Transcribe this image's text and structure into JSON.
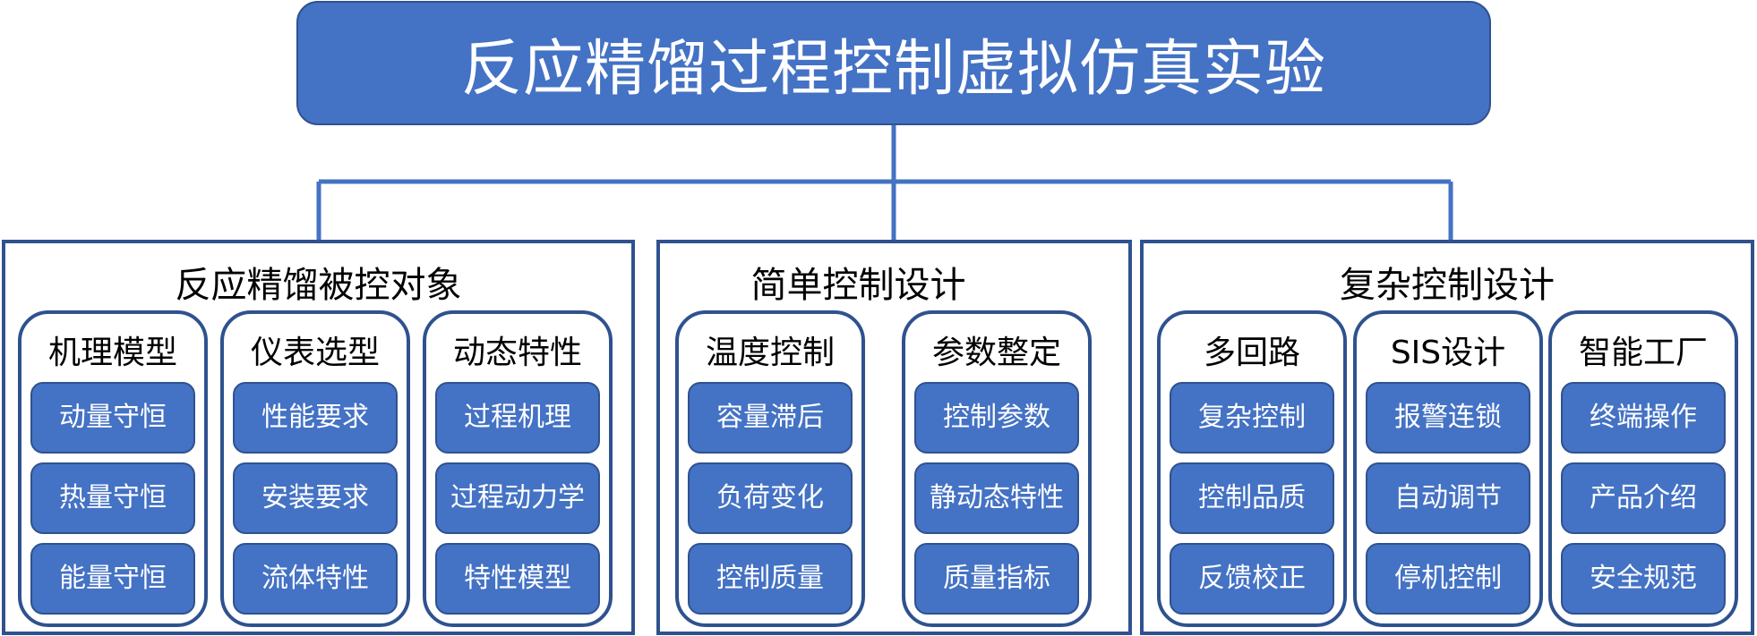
{
  "title": "反应精馏过程控制虚拟仿真实验",
  "colors": {
    "accent_fill": "#4472C4",
    "accent_border": "#2F528F",
    "text_dark": "#000000",
    "text_light": "#FFFFFF"
  },
  "sections": [
    {
      "title": "反应精馏被控对象",
      "groups": [
        {
          "title": "机理模型",
          "items": [
            "动量守恒",
            "热量守恒",
            "能量守恒"
          ]
        },
        {
          "title": "仪表选型",
          "items": [
            "性能要求",
            "安装要求",
            "流体特性"
          ]
        },
        {
          "title": "动态特性",
          "items": [
            "过程机理",
            "过程动力学",
            "特性模型"
          ]
        }
      ]
    },
    {
      "title": "简单控制设计",
      "groups": [
        {
          "title": "温度控制",
          "items": [
            "容量滞后",
            "负荷变化",
            "控制质量"
          ]
        },
        {
          "title": "参数整定",
          "items": [
            "控制参数",
            "静动态特性",
            "质量指标"
          ]
        }
      ]
    },
    {
      "title": "复杂控制设计",
      "groups": [
        {
          "title": "多回路",
          "items": [
            "复杂控制",
            "控制品质",
            "反馈校正"
          ]
        },
        {
          "title": "SIS设计",
          "items": [
            "报警连锁",
            "自动调节",
            "停机控制"
          ]
        },
        {
          "title": "智能工厂",
          "items": [
            "终端操作",
            "产品介绍",
            "安全规范"
          ]
        }
      ]
    }
  ]
}
